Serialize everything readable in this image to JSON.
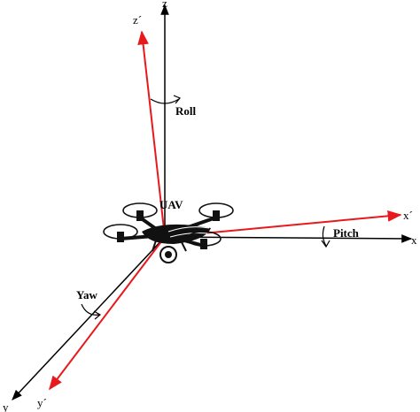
{
  "colors": {
    "world_axes": "#000000",
    "body_axes": "#e8191c",
    "background": "#ffffff"
  },
  "labels": {
    "z": "z",
    "z_prime": "z´",
    "x": "x",
    "x_prime": "x´",
    "y": "y",
    "y_prime": "y´",
    "roll": "Roll",
    "pitch": "Pitch",
    "yaw": "Yaw",
    "uav": "UAV"
  },
  "icons": {
    "drone": "quadcopter-icon"
  }
}
